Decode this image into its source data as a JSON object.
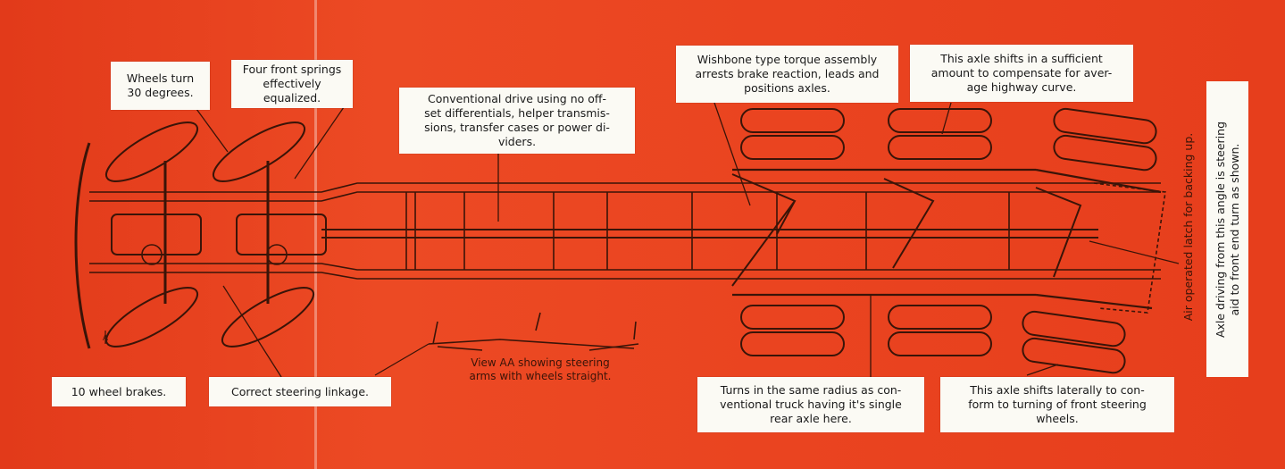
{
  "labels": {
    "wheels_turn": "Wheels turn\n30 degrees.",
    "front_springs": "Four front springs\neffectively equalized.",
    "conventional_drive": "Conventional drive using no off-\nset differentials, helper transmis-\nsions, transfer cases or power di-\nviders.",
    "wishbone": "Wishbone type torque assembly\narrests brake reaction, leads and\npositions axles.",
    "axle_shifts_curve": "This axle shifts in a sufficient\namount to compensate for aver-\nage highway curve.",
    "axle_driving_angle": "Axle driving from this angle is steering\naid to front end turn as shown.",
    "ten_wheel_brakes": "10 wheel brakes.",
    "steering_linkage": "Correct steering linkage.",
    "same_radius": "Turns in the same radius as con-\nventional truck having it's single\nrear axle here.",
    "axle_shifts_laterally": "This axle shifts laterally to con-\nform to turning of front steering\nwheels."
  },
  "drawing_text": {
    "air_latch": "Air operated latch for backing up.",
    "view_aa": "View AA showing steering\narms with wheels straight.",
    "marker_a": "A"
  },
  "colors": {
    "background": "#e8421f",
    "ink": "#3a1408",
    "label_bg": "#fbfaf4"
  }
}
